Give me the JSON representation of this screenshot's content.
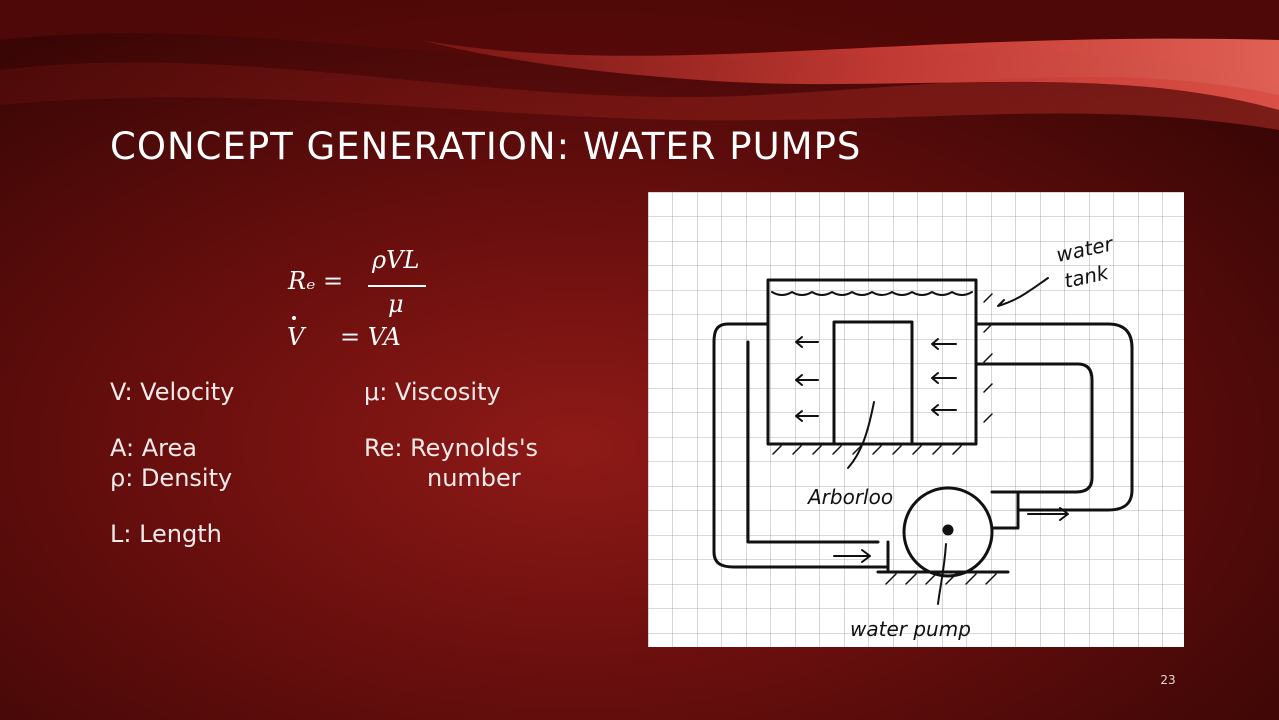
{
  "slide": {
    "title": "CONCEPT GENERATION: WATER PUMPS",
    "page_number": "23"
  },
  "equations": {
    "re_lhs": "Rₑ =",
    "re_numerator": "ρVL",
    "re_denominator": "μ",
    "flow_lhs": "V",
    "flow_rhs": "= VA"
  },
  "legend": {
    "velocity": "V: Velocity",
    "viscosity": "μ: Viscosity",
    "area": "A: Area",
    "reynolds": "Re: Reynolds's",
    "density": "ρ: Density",
    "reynolds_cont": "number",
    "length": "L: Length"
  },
  "sketch": {
    "label_tank_1": "water",
    "label_tank_2": "tank",
    "label_arborloo": "Arborloo",
    "label_pump": "water pump"
  }
}
